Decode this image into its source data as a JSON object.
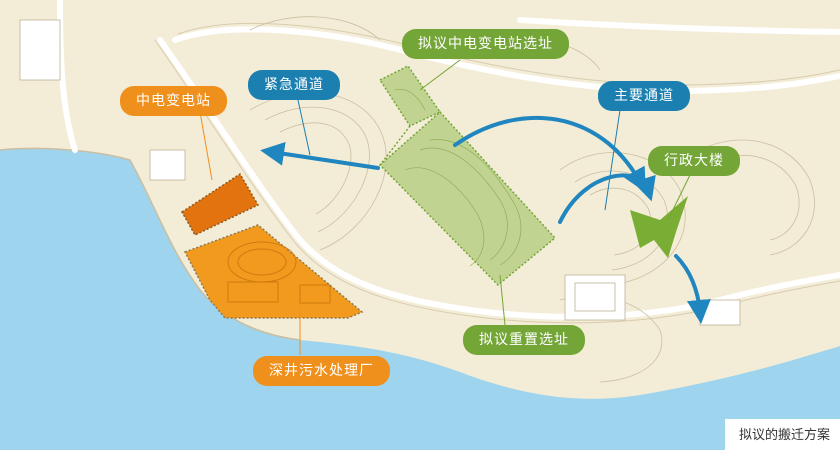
{
  "labels": {
    "substation": "中电变电站",
    "emergency_access": "紧急通道",
    "proposed_substation_site": "拟议中电变电站选址",
    "main_access": "主要通道",
    "admin_building": "行政大楼",
    "proposed_relocation_site": "拟议重置选址",
    "sewage_plant": "深井污水处理厂"
  },
  "caption": "拟议的搬迁方案",
  "colors": {
    "land": "#f3ecd6",
    "water": "#9fd4ee",
    "orange_dark": "#e2730f",
    "orange_light": "#f19a1d",
    "green_area": "#b7cf85",
    "green_label": "#74a537",
    "blue_label": "#1b7fb0",
    "arrow_blue": "#1f86bf",
    "admin_green": "#79ad33"
  }
}
